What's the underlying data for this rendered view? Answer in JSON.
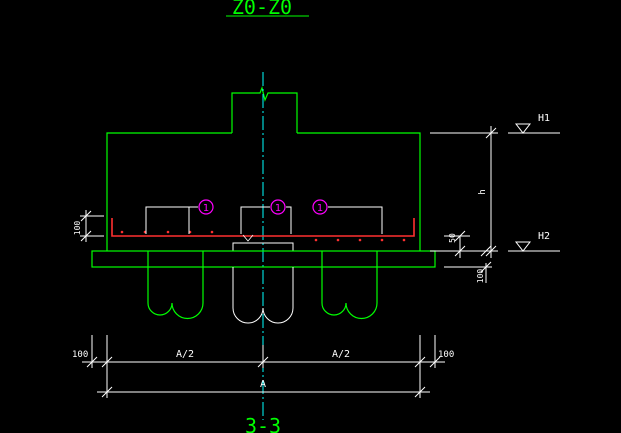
{
  "drawing": {
    "top_title": "Z0-Z0",
    "bottom_title": "3-3",
    "colors": {
      "background": "#000000",
      "outline": "#00ff00",
      "dimension": "#ffffff",
      "centerline": "#00ffff",
      "rebar": "#ff3030",
      "callout": "#ff00ff"
    }
  },
  "levels": {
    "h1": "H1",
    "h2": "H2"
  },
  "dims": {
    "height": "h",
    "cover": "50",
    "bottom_slab": "100",
    "left_rebar": "100",
    "left_offset": "100",
    "right_offset": "100",
    "half_left": "A/2",
    "half_right": "A/2",
    "total": "A"
  },
  "callouts": [
    "1",
    "1",
    "1"
  ]
}
